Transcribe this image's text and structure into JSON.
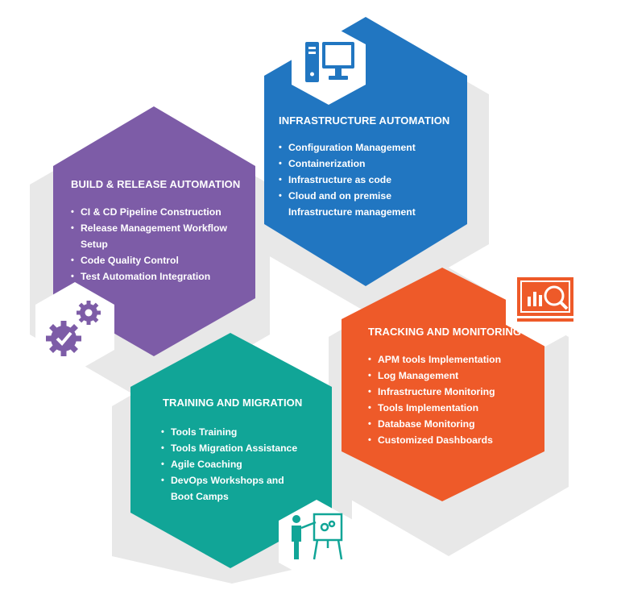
{
  "colors": {
    "infrastructure": "#2176c1",
    "build": "#7d5ca7",
    "tracking": "#ee5a29",
    "training": "#11a597",
    "shadow": "#e6e6e6",
    "badge": "#ffffff"
  },
  "infrastructure": {
    "title": "INFRASTRUCTURE AUTOMATION",
    "icon": "computer-icon",
    "items": [
      "Configuration Management",
      "Containerization",
      "Infrastructure as code",
      "Cloud and on premise Infrastructure management"
    ]
  },
  "build": {
    "title": "BUILD & RELEASE AUTOMATION",
    "icon": "gears-icon",
    "items": [
      "CI & CD Pipeline Construction",
      "Release Management Workflow Setup",
      "Code Quality Control",
      "Test Automation Integration"
    ]
  },
  "tracking": {
    "title": "TRACKING AND MONITORING",
    "icon": "analytics-monitor-icon",
    "items": [
      "APM tools Implementation",
      "Log Management",
      "Infrastructure Monitoring",
      "Tools Implementation",
      "Database Monitoring",
      "Customized Dashboards"
    ]
  },
  "training": {
    "title": "TRAINING AND MIGRATION",
    "icon": "trainer-presentation-icon",
    "items": [
      "Tools Training",
      "Tools Migration Assistance",
      "Agile Coaching",
      "DevOps Workshops and Boot Camps"
    ]
  }
}
